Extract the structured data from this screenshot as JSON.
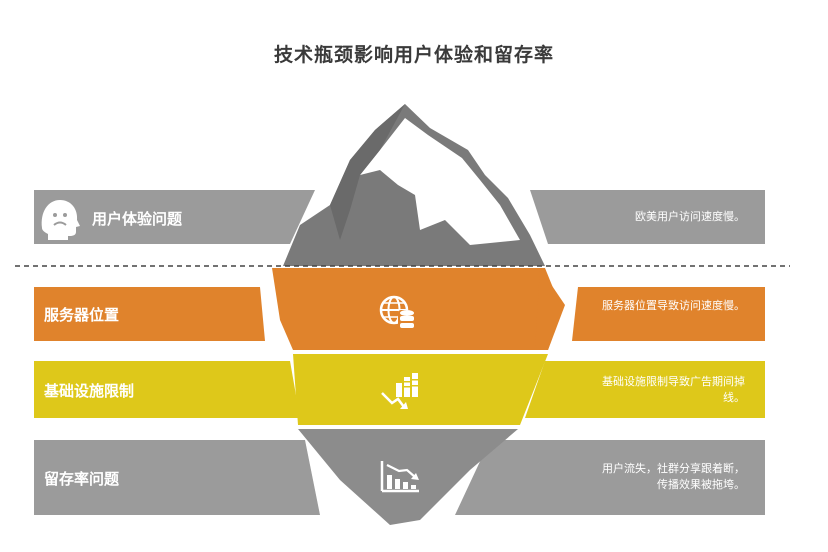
{
  "title": "技术瓶颈影响用户体验和留存率",
  "colors": {
    "gray": "#9b9b9b",
    "orange": "#e0832c",
    "yellow": "#dec81a",
    "iceberg_dark": "#6d6d6d",
    "iceberg_light": "#ffffff"
  },
  "rows": [
    {
      "label": "用户体验问题",
      "description": "欧美用户访问速度慢。",
      "icon": "user-face-icon",
      "color": "gray"
    },
    {
      "label": "服务器位置",
      "description": "服务器位置导致访问速度慢。",
      "icon": "globe-server-icon",
      "color": "orange"
    },
    {
      "label": "基础设施限制",
      "description": "基础设施限制导致广告期间掉线。",
      "icon": "chart-down-icon",
      "color": "yellow"
    },
    {
      "label": "留存率问题",
      "description": "用户流失，社群分享跟着断，传播效果被拖垮。",
      "icon": "bar-chart-decline-icon",
      "color": "gray"
    }
  ]
}
